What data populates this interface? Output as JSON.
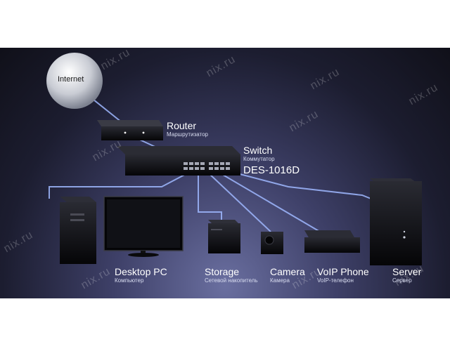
{
  "watermark": "nix.ru",
  "nodes": {
    "internet": {
      "title": "Internet"
    },
    "router": {
      "title": "Router",
      "subtitle": "Маршрутизатор"
    },
    "switch": {
      "title": "Switch",
      "subtitle": "Коммутатор",
      "model": "DES-1016D"
    },
    "desktop": {
      "title": "Desktop PC",
      "subtitle": "Компьютер"
    },
    "storage": {
      "title": "Storage",
      "subtitle": "Сетевой накопитель"
    },
    "camera": {
      "title": "Camera",
      "subtitle": "Камера"
    },
    "voip": {
      "title": "VoIP Phone",
      "subtitle": "VoIP-телефон"
    },
    "server": {
      "title": "Server",
      "subtitle": "Сервер"
    }
  },
  "colors": {
    "link": "#9fb8ff",
    "device": "#0d0d10"
  }
}
